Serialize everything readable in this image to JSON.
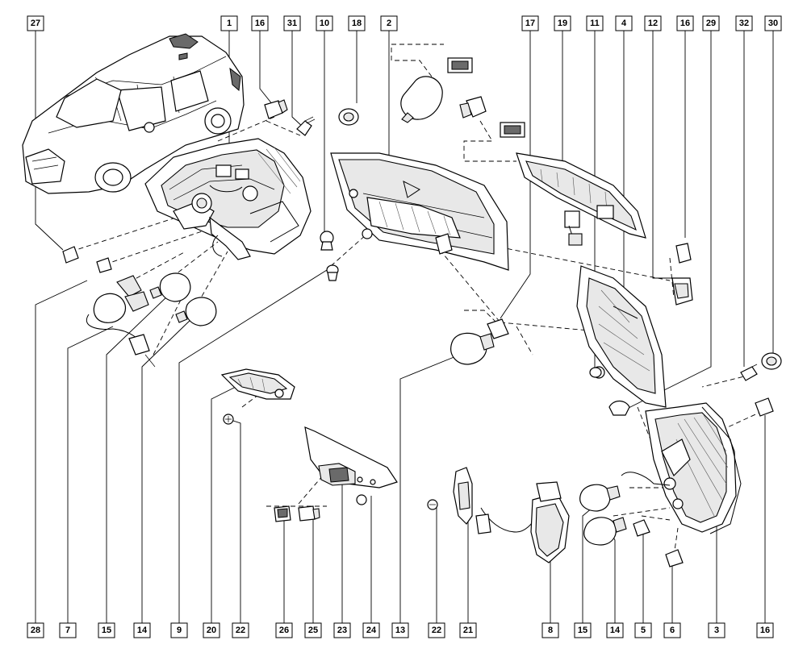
{
  "diagram": {
    "top_callouts": [
      "27",
      "1",
      "16",
      "31",
      "10",
      "18",
      "2",
      "17",
      "19",
      "11",
      "4",
      "12",
      "16",
      "29",
      "32",
      "30"
    ],
    "bottom_callouts": [
      "28",
      "7",
      "15",
      "14",
      "9",
      "20",
      "22",
      "26",
      "25",
      "23",
      "24",
      "13",
      "22",
      "21",
      "8",
      "15",
      "14",
      "5",
      "6",
      "3",
      "16"
    ]
  }
}
